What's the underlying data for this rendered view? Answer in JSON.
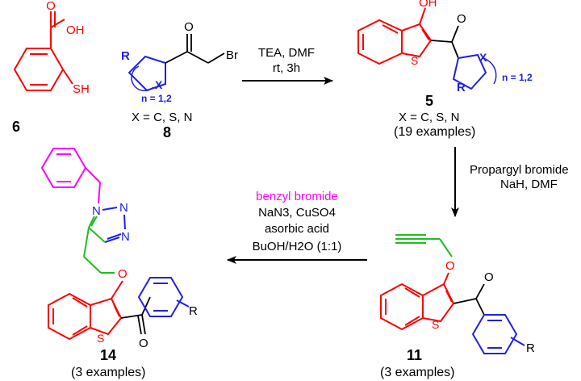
{
  "compound_6": {
    "number": "6",
    "oh": "OH",
    "sh": "SH"
  },
  "compound_8": {
    "number": "8",
    "r": "R",
    "x": "X",
    "n": "n = 1,2",
    "br": "Br",
    "x_def": "X = C, S, N"
  },
  "step1": {
    "line1": "TEA, DMF",
    "line2": "rt, 3h"
  },
  "compound_5": {
    "number": "5",
    "oh": "OH",
    "s": "S",
    "x": "X",
    "r": "R",
    "n": "n = 1,2",
    "x_def": "X = C, S, N",
    "examples": "(19 examples)"
  },
  "step2": {
    "line1": "Propargyl bromide",
    "line2": "NaH, DMF"
  },
  "compound_11": {
    "number": "11",
    "o": "O",
    "s": "S",
    "r": "R",
    "examples": "(3 examples)"
  },
  "step3": {
    "line1": "benzyl bromide",
    "line2": "NaN3, CuSO4",
    "line3": "asorbic acid",
    "line4": "BuOH/H2O (1:1)"
  },
  "compound_14": {
    "number": "14",
    "n1": "N",
    "n2": "N",
    "n3": "N",
    "o": "O",
    "s": "S",
    "r": "R",
    "examples": "(3 examples)"
  },
  "colors": {
    "red": "#ff0000",
    "blue": "#2020e6",
    "green": "#22bb22",
    "magenta": "#ff00ff"
  }
}
